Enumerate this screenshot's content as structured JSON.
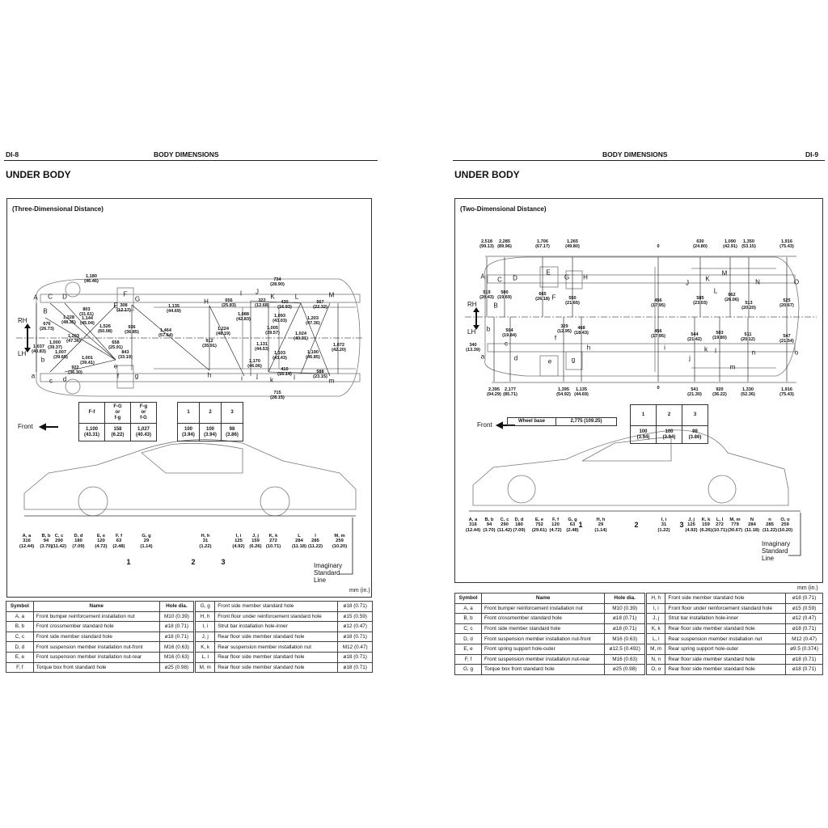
{
  "left": {
    "page_no": "DI-8",
    "header": "BODY DIMENSIONS",
    "section": "UNDER BODY",
    "subtitle": "(Three-Dimensional Distance)",
    "rh": "RH",
    "lh": "LH",
    "front": "Front",
    "units": "mm (in.)",
    "points": [
      "A",
      "C",
      "D",
      "B",
      "E",
      "F",
      "G",
      "H",
      "I",
      "J",
      "K",
      "L",
      "M",
      "a",
      "c",
      "d",
      "b",
      "e",
      "f",
      "g",
      "h",
      "i",
      "j",
      "k",
      "l",
      "m"
    ],
    "dims": [
      "1,180\n(46.46)",
      "803\n(31.61)",
      "1,526\n(60.08)",
      "676\n(26.73)",
      "1,228\n(48.35)",
      "1,144\n(45.04)",
      "1,203\n(47.36)",
      "1,000\n(39.37)",
      "1,007\n(39.65)",
      "1,037\n(40.83)",
      "1,001\n(39.41)",
      "922\n(36.30)",
      "658\n(25.91)",
      "843\n(33.19)",
      "308\n(12.17)",
      "936\n(36.85)",
      "1,464\n(57.64)",
      "1,135\n(44.69)",
      "734\n(28.90)",
      "656\n(25.83)",
      "322\n(12.68)",
      "430\n(16.93)",
      "567\n(22.32)",
      "1,088\n(42.83)",
      "1,093\n(43.03)",
      "1,203\n(47.36)",
      "1,224\n(48.19)",
      "1,005\n(39.57)",
      "1,024\n(40.31)",
      "912\n(35.91)",
      "1,131\n(44.53)",
      "1,072\n(42.20)",
      "1,103\n(43.43)",
      "1,190\n(46.85)",
      "1,170\n(46.06)",
      "410\n(16.14)",
      "588\n(23.15)",
      "715\n(28.15)"
    ],
    "table_a": {
      "headers": [
        "F-f",
        "F-G\nor\nf-g",
        "F-g\nor\nf-G"
      ],
      "values": [
        "1,100\n(43.31)",
        "158\n(6.22)",
        "1,027\n(40.43)"
      ]
    },
    "table_b": {
      "headers": [
        "1",
        "2",
        "3"
      ],
      "values": [
        "100\n(3.94)",
        "100\n(3.94)",
        "98\n(3.86)"
      ]
    },
    "side_labels": [
      "A, a\n316\n(12.44)",
      "B, b\n94\n(3.70)",
      "C, c\n290\n(11.42)",
      "D, d\n180\n(7.09)",
      "E, e\n120\n(4.72)",
      "F, f\n63\n(2.48)",
      "G, g\n29\n(1.14)",
      "H, h\n31\n(1.22)",
      "I, i\n125\n(4.92)",
      "J, j\n159\n(6.26)",
      "K, k\n272\n(10.71)",
      "L\n284\n(11.18)",
      "l\n285\n(11.22)",
      "M, m\n259\n(10.20)"
    ],
    "side_numbers": [
      "1",
      "2",
      "3"
    ],
    "imaginary": "Imaginary\nStandard\nLine",
    "hole_table": {
      "headers": [
        "Symbol",
        "Name",
        "Hole dia."
      ],
      "rows": [
        [
          "A,  a",
          "Front bumper reinforcement installation nut",
          "M10 (0.39)",
          "G,  g",
          "Front side member standard hole",
          "ø18 (0.71)"
        ],
        [
          "B,  b",
          "Front crossmember standard hole",
          "ø18 (0.71)",
          "H,  h",
          "Front floor under reinforcement standard hole",
          "ø15 (0.59)"
        ],
        [
          "C,  c",
          "Front side member standard hole",
          "ø18 (0.71)",
          "I,  i",
          "Strut bar installation hole-inner",
          "ø12 (0.47)"
        ],
        [
          "D,  d",
          "Front suspension member installation nut-front",
          "M16 (0.63)",
          "J,  j",
          "Rear floor side member standard hole",
          "ø18 (0.71)"
        ],
        [
          "E,  e",
          "Front suspension member installation nut-rear",
          "M16 (0.63)",
          "K,  k",
          "Rear suspension member installation nut",
          "M12 (0.47)"
        ],
        [
          "F,  f",
          "Torque box front standard hole",
          "ø25 (0.98)",
          "L,  l",
          "Rear floor side member standard hole",
          "ø18 (0.71)"
        ],
        [
          "",
          "",
          "",
          "M,  m",
          "Rear floor side member standard hole",
          "ø18 (0.71)"
        ]
      ]
    }
  },
  "right": {
    "page_no": "DI-9",
    "header": "BODY DIMENSIONS",
    "section": "UNDER BODY",
    "subtitle": "(Two-Dimensional Distance)",
    "rh": "RH",
    "lh": "LH",
    "front": "Front",
    "units": "mm (in.)",
    "points": [
      "A",
      "C",
      "D",
      "E",
      "B",
      "F",
      "G",
      "H",
      "J",
      "K",
      "L",
      "M",
      "N",
      "O",
      "b",
      "a",
      "c",
      "d",
      "e",
      "f",
      "g",
      "h",
      "i",
      "j",
      "k",
      "l",
      "m",
      "n",
      "o"
    ],
    "dims": [
      "2,518\n(99.13)",
      "2,285\n(89.96)",
      "1,706\n(67.17)",
      "1,265\n(49.80)",
      "0",
      "630\n(24.80)",
      "1,090\n(42.91)",
      "1,350\n(53.15)",
      "1,916\n(75.43)",
      "2,395\n(94.29)",
      "2,177\n(85.71)",
      "1,395\n(54.92)",
      "1,135\n(44.69)",
      "0",
      "541\n(21.30)",
      "920\n(36.22)",
      "1,330\n(52.36)",
      "1,916\n(75.43)",
      "519\n(20.43)",
      "500\n(19.69)",
      "665\n(26.18)",
      "550\n(21.65)",
      "504\n(19.84)",
      "340\n(13.39)",
      "329\n(12.95)",
      "468\n(18.43)",
      "456\n(17.95)",
      "456\n(17.95)",
      "585\n(23.03)",
      "662\n(26.06)",
      "513\n(20.20)",
      "525\n(20.67)",
      "544\n(21.42)",
      "503\n(19.80)",
      "511\n(20.12)",
      "547\n(21.54)"
    ],
    "wheel_base": {
      "label": "Wheel base",
      "value": "2,775 (109.25)"
    },
    "table_b": {
      "headers": [
        "1",
        "2",
        "3"
      ],
      "values": [
        "100\n(3.94)",
        "100\n(3.94)",
        "98\n(3.86)"
      ]
    },
    "side_labels": [
      "A, a\n316\n(12.44)",
      "B, b\n94\n(3.70)",
      "C, c\n290\n(11.42)",
      "D, d\n180\n(7.09)",
      "E, e\n752\n(29.61)",
      "F, f\n120\n(4.72)",
      "G, g\n63\n(2.48)",
      "H, h\n29\n(1.14)",
      "I, i\n31\n(1.22)",
      "J, j\n125\n(4.92)",
      "K, k\n159\n(6.26)",
      "L, l\n272\n(10.71)",
      "M, m\n779\n(30.67)",
      "N\n284\n(11.18)",
      "n\n285\n(11.22)",
      "O, o\n259\n(10.20)"
    ],
    "side_numbers": [
      "1",
      "2",
      "3"
    ],
    "imaginary": "Imaginary\nStandard\nLine",
    "hole_table": {
      "headers": [
        "Symbol",
        "Name",
        "Hole dia."
      ],
      "rows": [
        [
          "A,  a",
          "Front bumper reinforcement installation nut",
          "M10 (0.39)",
          "H,  h",
          "Front side member standard hole",
          "ø18 (0.71)"
        ],
        [
          "B,  b",
          "Front crossmember standard hole",
          "ø18 (0.71)",
          "I,  i",
          "Front floor under reinforcement standard hole",
          "ø15 (0.59)"
        ],
        [
          "C,  c",
          "Front side member standard hole",
          "ø18 (0.71)",
          "J,  j",
          "Strut bar installation hole-inner",
          "ø12 (0.47)"
        ],
        [
          "D,  d",
          "Front suspension member installation nut-front",
          "M16 (0.63)",
          "K,  k",
          "Rear floor side member standard hole",
          "ø18 (0.71)"
        ],
        [
          "E,  e",
          "Front spring support hole-outer",
          "ø12.5 (0.492)",
          "L,  l",
          "Rear suspension member installation nut",
          "M12 (0.47)"
        ],
        [
          "F,  f",
          "Front suspension member installation nut-rear",
          "M16 (0.63)",
          "M,  m",
          "Rear spring support hole-outer",
          "ø9.5 (0.374)"
        ],
        [
          "G,  g",
          "Torque box front standard hole",
          "ø25 (0.98)",
          "N,  n",
          "Rear floor side member standard hole",
          "ø18 (0.71)"
        ],
        [
          "",
          "",
          "",
          "O,  o",
          "Rear floor side member standard hole",
          "ø18 (0.71)"
        ]
      ]
    }
  }
}
